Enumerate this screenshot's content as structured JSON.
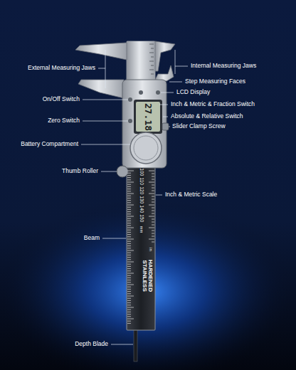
{
  "diagram": {
    "labels": [
      "External Measuring Jaws",
      "Internal Measuring Jaws",
      "Step Measuring Faces",
      "LCD Display",
      "On/Off Switch",
      "Inch & Metric & Fraction Switch",
      "Zero Switch",
      "Absolute & Relative Switch",
      "Slider Clamp Screw",
      "Battery Compartment",
      "Thumb Roller",
      "Inch & Metric Scale",
      "Beam",
      "Depth Blade",
      "27.18",
      "100",
      "110",
      "120",
      "130",
      "140",
      "150",
      "mm",
      "in",
      "STAINLESS",
      "HARDENED"
    ]
  }
}
